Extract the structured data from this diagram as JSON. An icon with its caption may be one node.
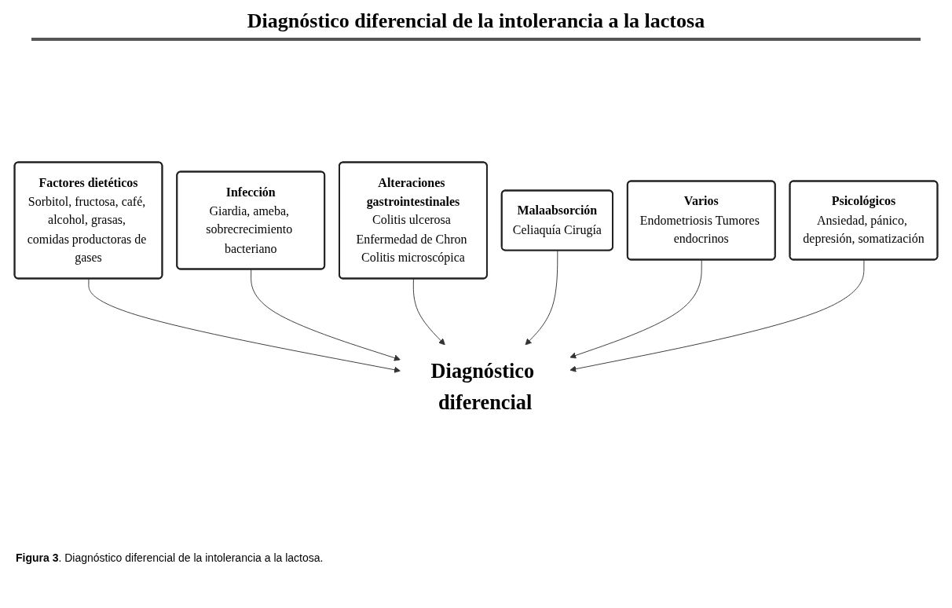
{
  "diagram": {
    "title": "Diagnóstico diferencial de la intolerancia a la lactosa",
    "caption": "**Figura 3**. Diagnóstico diferencial de la intolerancia a la lactosa.",
    "nodes": [
      {
        "text": [
          "Factores dietéticos",
          "Sorbitol, fructosa, café, alcohol, grasas, comidas productoras de gases"
        ]
      },
      {
        "text": [
          "Infección",
          "Giardia, ameba, sobrecrecimiento bacteriano"
        ]
      },
      {
        "text": [
          "Alteraciones gastrointestinales",
          "Colitis ulcerosa Enfermedad de Chron Colitis microscópica"
        ]
      },
      {
        "text": [
          "Diagnóstico diferencial"
        ]
      },
      {
        "text": [
          "Malaabsorción",
          "Celiaquía Cirugía"
        ]
      },
      {
        "text": [
          "Varios",
          "Endometriosis Tumores endocrinos"
        ]
      },
      {
        "text": [
          "Psicológicos",
          "Ansiedad, pánico, depresión, somatización"
        ]
      }
    ],
    "edges": [
      {
        "from": 0,
        "to": 3,
        "arrow": "to"
      },
      {
        "from": 1,
        "to": 3,
        "arrow": "to"
      },
      {
        "from": 2,
        "to": 3,
        "arrow": "to"
      },
      {
        "from": 4,
        "to": 3,
        "arrow": "to"
      },
      {
        "from": 5,
        "to": 3,
        "arrow": "to"
      },
      {
        "from": 6,
        "to": 3,
        "arrow": "to"
      }
    ]
  }
}
